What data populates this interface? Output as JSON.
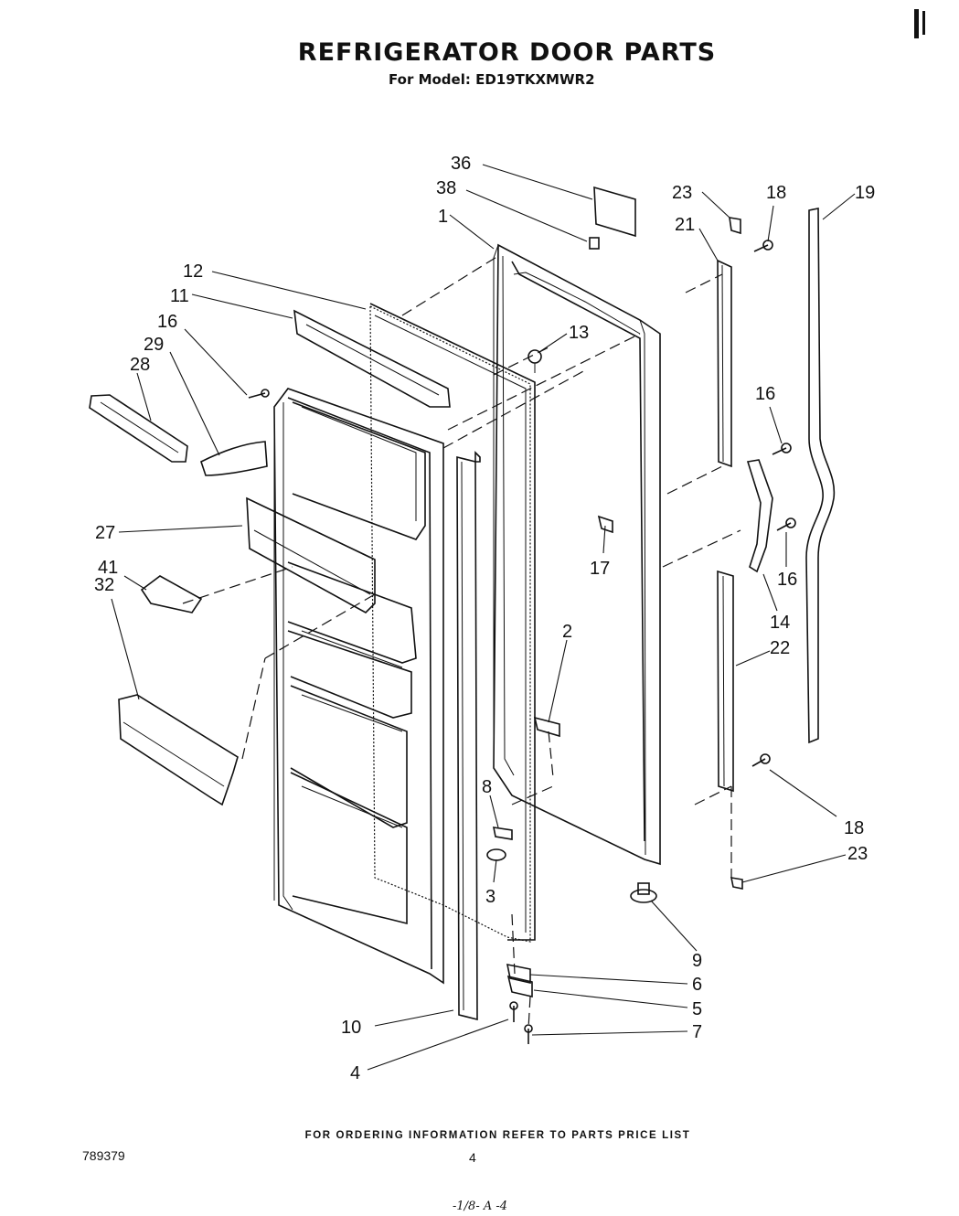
{
  "header": {
    "title": "REFRIGERATOR DOOR PARTS",
    "model_line": "For Model: ED19TKXMWR2"
  },
  "footer": {
    "ordering_note": "FOR ORDERING INFORMATION REFER TO PARTS PRICE LIST",
    "document_number": "789379",
    "page_number": "4",
    "handwritten_note": "-1/8- A -4"
  },
  "callouts": [
    "36",
    "38",
    "1",
    "12",
    "11",
    "16",
    "29",
    "28",
    "13",
    "23",
    "18",
    "21",
    "19",
    "16",
    "17",
    "16",
    "14",
    "27",
    "41",
    "32",
    "2",
    "22",
    "8",
    "3",
    "18",
    "23",
    "9",
    "6",
    "5",
    "10",
    "7",
    "4"
  ]
}
